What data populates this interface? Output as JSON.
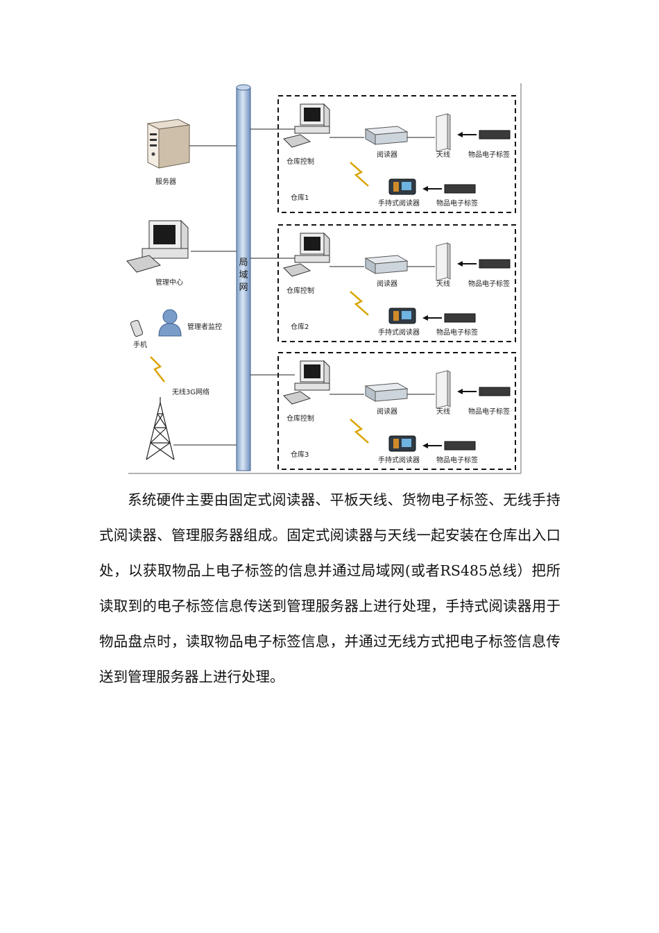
{
  "diagram": {
    "lan_label": [
      "局",
      "域",
      "网"
    ],
    "server_label": "服务器",
    "management_label": "管理中心",
    "phone_label": "手机",
    "manager_label": "管理者监控",
    "network_label": "无线3G网络",
    "warehouses": [
      {
        "name": "仓库1",
        "control_label": "仓库控制",
        "reader_label": "阅读器",
        "antenna_label": "天线",
        "tag_label": "物品电子标签",
        "handheld_label": "手持式阅读器",
        "handheld_tag_label": "物品电子标签"
      },
      {
        "name": "仓库2",
        "control_label": "仓库控制",
        "reader_label": "阅读器",
        "antenna_label": "天线",
        "tag_label": "物品电子标签",
        "handheld_label": "手持式阅读器",
        "handheld_tag_label": "物品电子标签"
      },
      {
        "name": "仓库3",
        "control_label": "仓库控制",
        "reader_label": "阅读器",
        "antenna_label": "天线",
        "tag_label": "物品电子标签",
        "handheld_label": "手持式阅读器",
        "handheld_tag_label": "物品电子标签"
      }
    ]
  },
  "paragraph": "系统硬件主要由固定式阅读器、平板天线、货物电子标签、无线手持式阅读器、管理服务器组成。固定式阅读器与天线一起安装在仓库出入口处，以获取物品上电子标签的信息并通过局域网(或者RS485总线）把所读取到的电子标签信息传送到管理服务器上进行处理，手持式阅读器用于物品盘点时，读取物品电子标签信息，并通过无线方式把电子标签信息传送到管理服务器上进行处理。"
}
